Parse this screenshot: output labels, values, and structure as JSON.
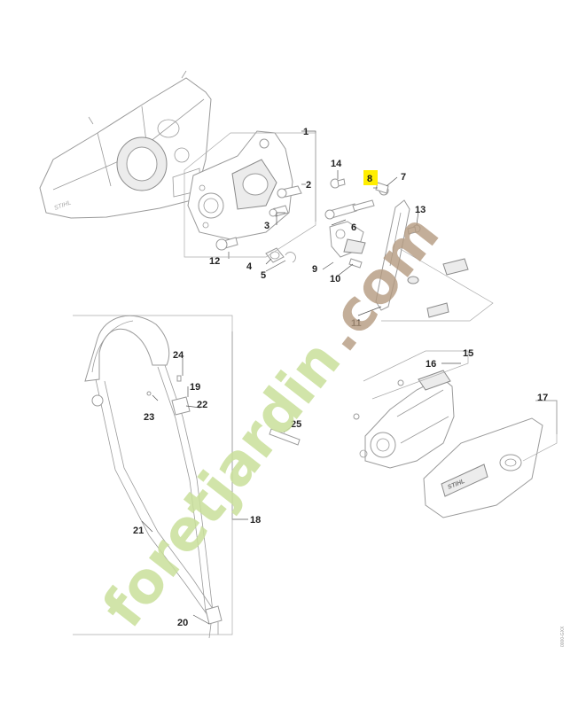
{
  "watermark": {
    "text_green": "foretjardin",
    "text_orange": ".com",
    "color_green": "#c9df9a",
    "color_orange": "#f2c9a0",
    "color_brown": "#b49a80"
  },
  "highlight_color": "#ffee00",
  "callouts": {
    "p1": "1",
    "p2": "2",
    "p3": "3",
    "p4": "4",
    "p5": "5",
    "p6": "6",
    "p7": "7",
    "p8": "8",
    "p9": "9",
    "p10": "10",
    "p11": "11",
    "p12": "12",
    "p13": "13",
    "p14": "14",
    "p15": "15",
    "p16": "16",
    "p17": "17",
    "p18": "18",
    "p19": "19",
    "p20": "20",
    "p21": "21",
    "p22": "22",
    "p23": "23",
    "p24": "24",
    "p25": "25"
  },
  "brand_marks": {
    "engine_housing": "STIHL",
    "sprocket_cover": "STIHL"
  },
  "drawing_code": "0000-GXX"
}
